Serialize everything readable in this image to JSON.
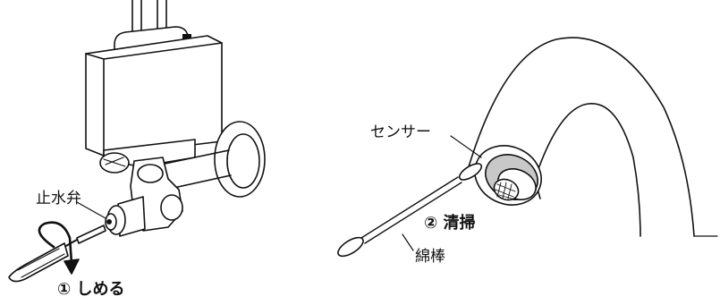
{
  "left_panel": {
    "valve_label": "止水弁",
    "step1_label": "① しめる"
  },
  "right_panel": {
    "sensor_label": "センサー",
    "step2_label": "② 清掃",
    "swab_label": "綿棒"
  },
  "colors": {
    "line": "#111111",
    "sensor_fill": "#c8c8c8",
    "body_fill": "#ffffff",
    "shade": "#e4e4e4"
  }
}
